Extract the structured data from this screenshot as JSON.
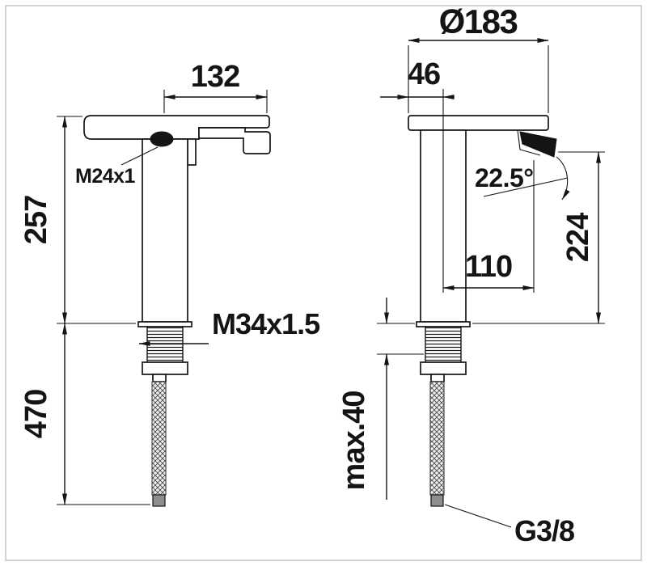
{
  "theme": {
    "ink": "#141414",
    "paper": "#ffffff",
    "frame": "#a9a9a9"
  },
  "drawing": {
    "name": "single-lever basin mixer — dimensional drawing (side and front views)",
    "side_view": {
      "top_width_mm": "132",
      "height_above_deck_mm": "257",
      "hose_length_mm": "470",
      "aerator_thread": "M24x1",
      "body_thread": "M34x1.5"
    },
    "front_view": {
      "top_diameter": "Ø183",
      "spout_offset_mm": "46",
      "handle_angle": "22.5°",
      "spout_height_mm": "224",
      "spout_reach_mm": "110",
      "max_deck_thickness": "max.40",
      "hose_thread": "G3/8"
    }
  }
}
